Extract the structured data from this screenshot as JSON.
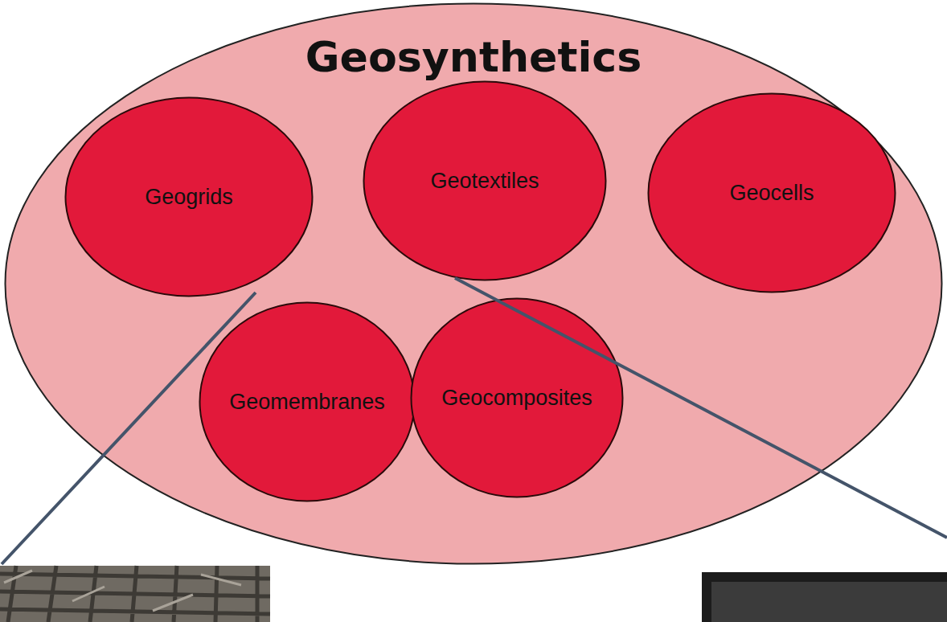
{
  "diagram": {
    "nodes": [
      {
        "text": [
          "Geosynthetics"
        ]
      },
      {
        "text": [
          "Geogrids"
        ],
        "in": 0
      },
      {
        "text": [
          "Geotextiles"
        ],
        "in": 0
      },
      {
        "text": [
          "Geocells"
        ],
        "in": 0
      },
      {
        "text": [
          "Geomembranes"
        ],
        "in": 0
      },
      {
        "text": [
          "Geocomposites"
        ],
        "in": 0
      }
    ]
  }
}
